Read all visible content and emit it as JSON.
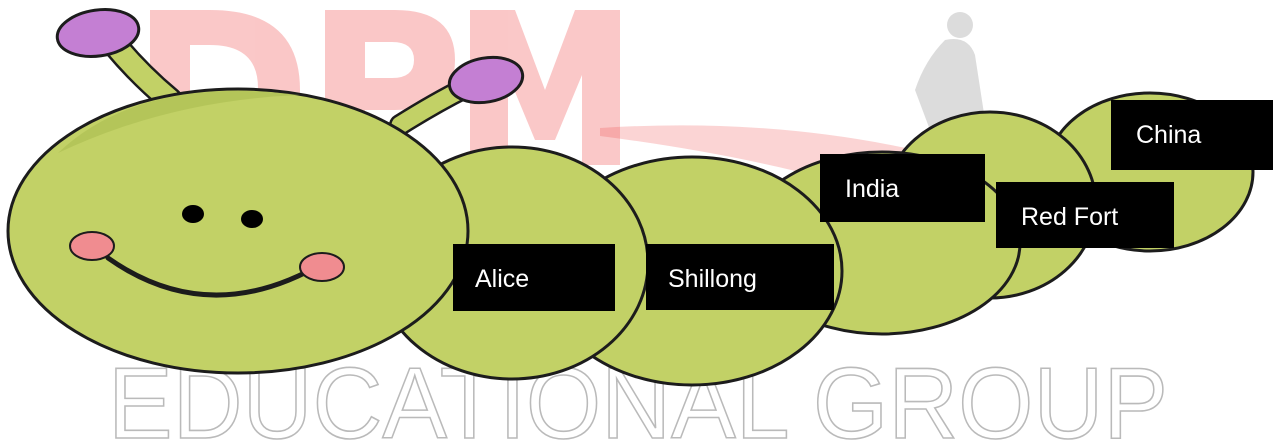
{
  "watermark": {
    "lettering": "DPM",
    "text": "EDUCATIONAL GROUP"
  },
  "labels": [
    "Alice",
    "Shillong",
    "India",
    "Red Fort",
    "China"
  ],
  "colors": {
    "body_green": "#c2d166",
    "outline": "#1c1c1c",
    "antenna_tip": "#c47fd3",
    "cheek": "#f08c90",
    "eye": "#000000",
    "label_background": "#000000",
    "label_text": "#ffffff",
    "watermark_red": "#ee3b3b",
    "watermark_gray": "#b3b3b3"
  }
}
